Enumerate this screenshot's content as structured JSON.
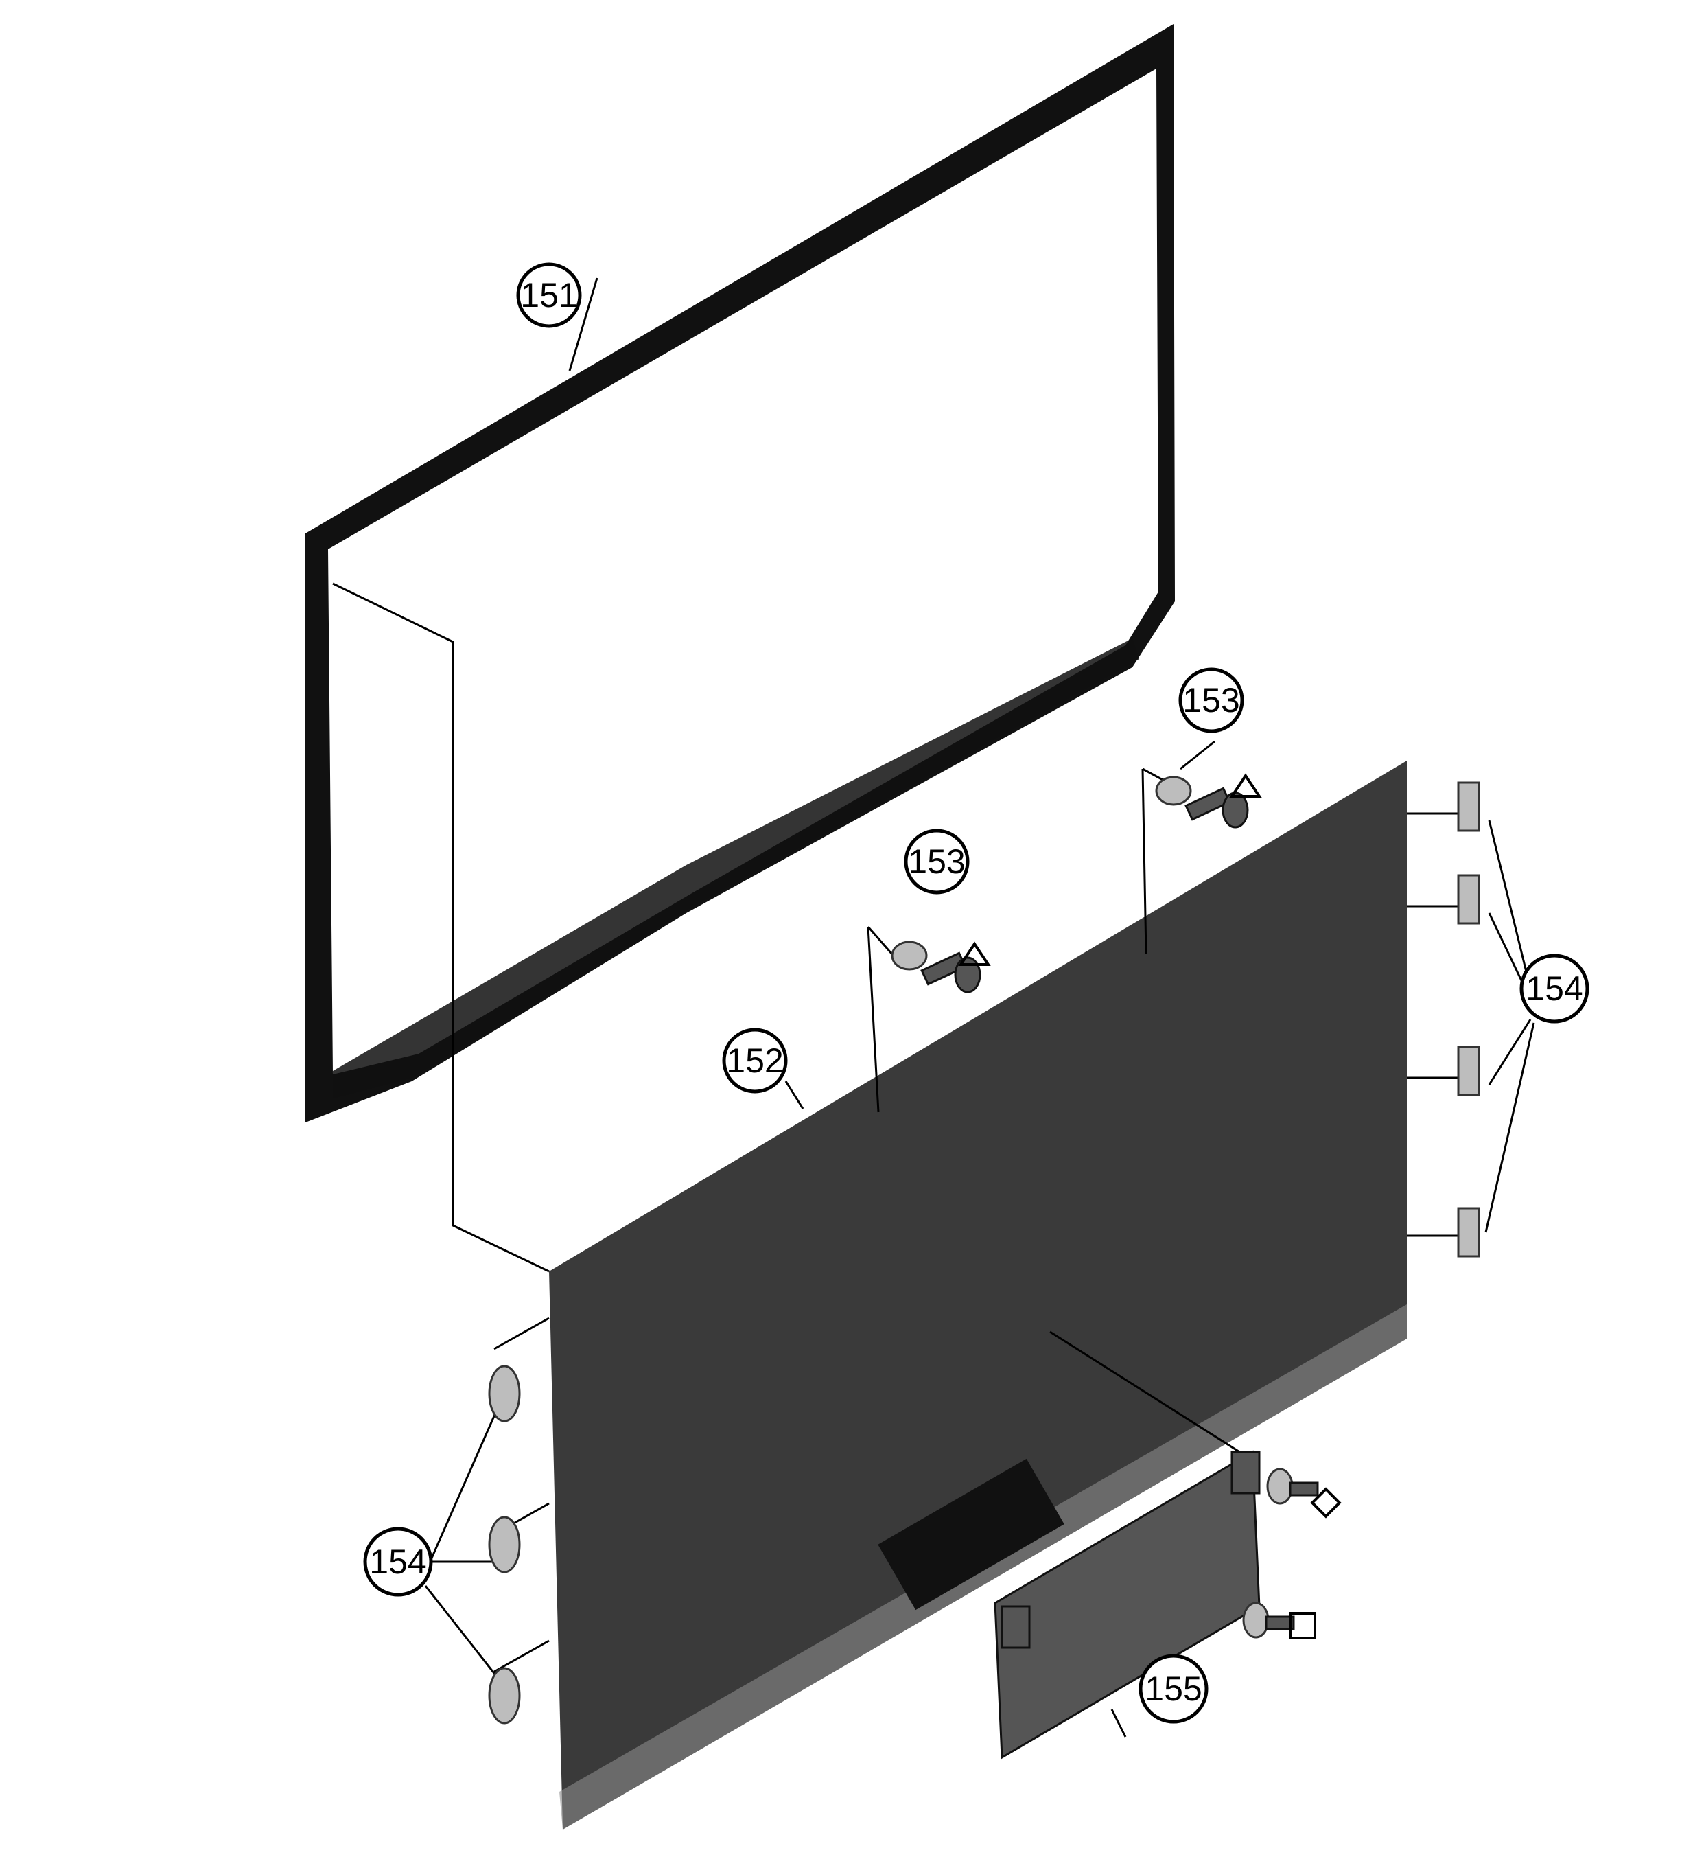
{
  "diagram": {
    "callouts": [
      {
        "label": "151",
        "part": "front-bezel"
      },
      {
        "label": "152",
        "part": "lcd-panel"
      },
      {
        "label": "153",
        "part": "screw-left"
      },
      {
        "label": "153",
        "part": "screw-right"
      },
      {
        "label": "154",
        "part": "brackets-right"
      },
      {
        "label": "154",
        "part": "brackets-left"
      },
      {
        "label": "155",
        "part": "board"
      }
    ],
    "colors": {
      "ink": "#000000",
      "panel": "#3a3a3a",
      "paper": "#ffffff"
    }
  }
}
